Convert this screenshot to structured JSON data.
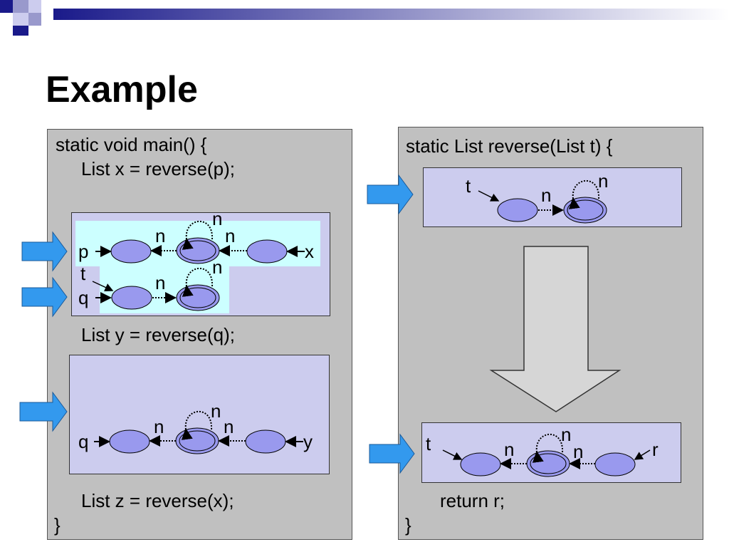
{
  "title": "Example",
  "left_panel": {
    "line1": "static void main() {",
    "line2": "List x = reverse(p);",
    "line3": "List y = reverse(q);",
    "line4": "List z = reverse(x);",
    "close": "}"
  },
  "right_panel": {
    "line1": "static List reverse(List t) {",
    "line2": "return r;",
    "close": "}"
  },
  "heap1": {
    "p": "p",
    "x": "x",
    "t": "t",
    "q": "q",
    "n1": "n",
    "n2": "n",
    "n3": "n",
    "n4": "n",
    "n5": "n"
  },
  "heap2": {
    "q": "q",
    "y": "y",
    "n1": "n",
    "n2": "n",
    "n3": "n"
  },
  "heap3": {
    "t": "t",
    "n1": "n",
    "n2": "n"
  },
  "heap4": {
    "t": "t",
    "r": "r",
    "n1": "n",
    "n2": "n",
    "n3": "n"
  },
  "colors": {
    "panel": "#c0c0c0",
    "heap_bg": "#ccccee",
    "highlight": "#ccffff",
    "node": "#9999ee",
    "arrow": "#3399ee",
    "header_dark": "#1a1a8a"
  }
}
